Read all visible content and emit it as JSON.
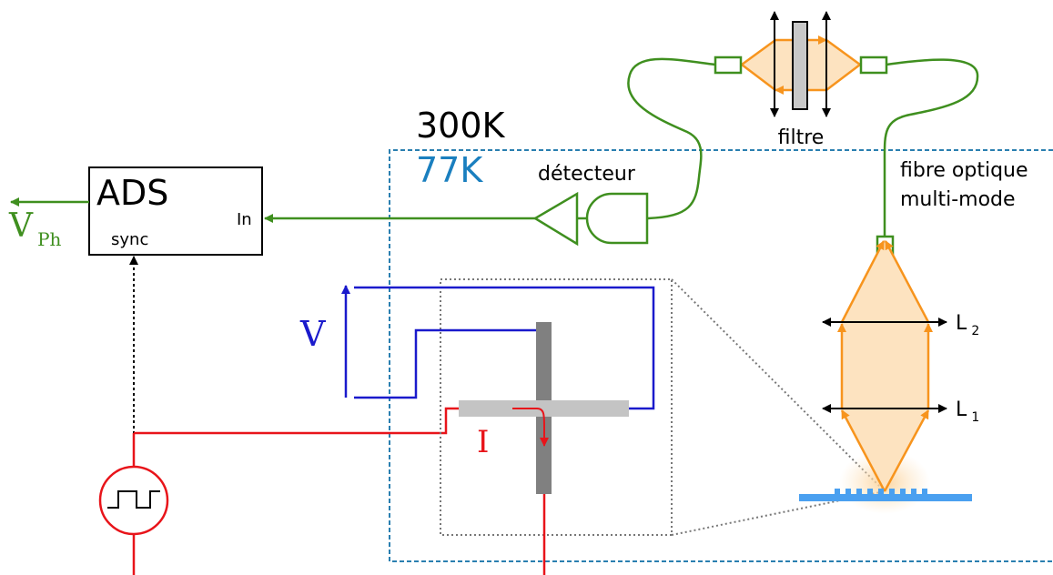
{
  "labels": {
    "temp_room": "300K",
    "temp_cold": "77K",
    "detector": "détecteur",
    "filter": "filtre",
    "fiber_line1": "fibre optique",
    "fiber_line2": "multi-mode",
    "ads": "ADS",
    "ads_in": "In",
    "ads_sync": "sync",
    "vph_main": "V",
    "vph_sub": "Ph",
    "voltage": "V",
    "current": "I",
    "lens2_main": "L",
    "lens2_sub": "2",
    "lens1_main": "L",
    "lens1_sub": "1"
  },
  "colors": {
    "optical_fiber": "#3f8f1f",
    "light_path": "#f7941d",
    "light_fill": "#fde3c0",
    "voltage": "#1a1acc",
    "current": "#e8141a",
    "cryostat_border": "#2a7fb0",
    "temp_cold": "#1a7fbf",
    "sample": "#4aa0f0",
    "zoom_border": "#777777",
    "vertical_strip": "#808080",
    "horizontal_strip": "#c4c4c4",
    "filter": "#c8c8c8"
  }
}
